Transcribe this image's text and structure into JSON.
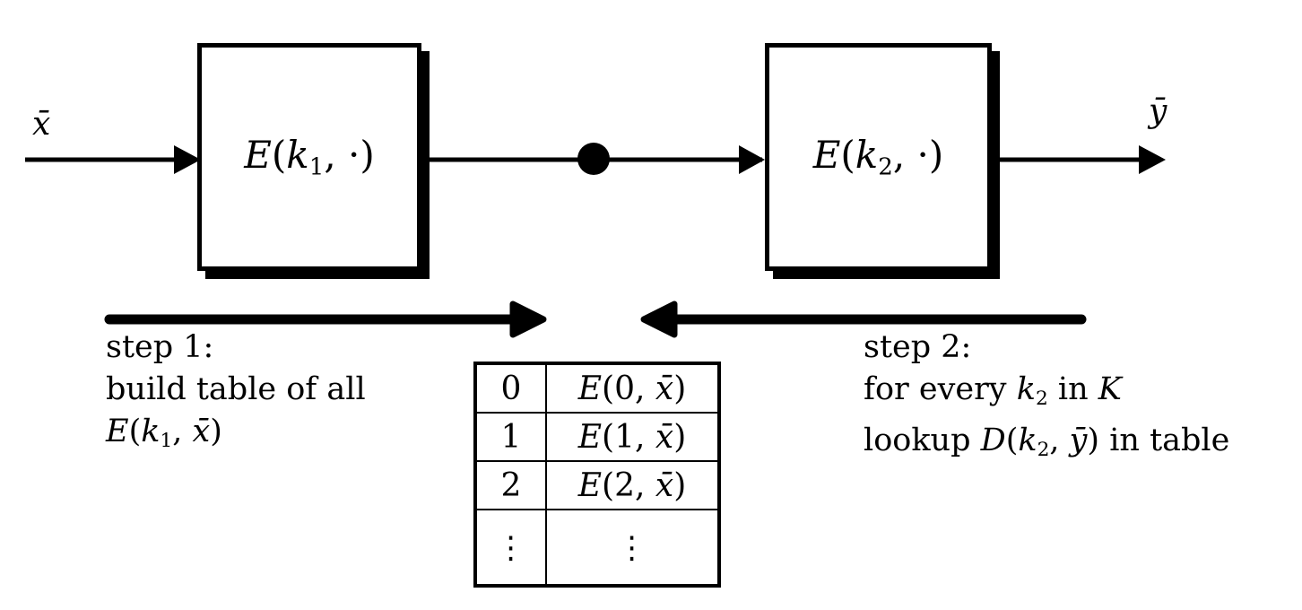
{
  "diagram": {
    "title_semantic": "meet-in-the-middle attack on double encryption",
    "input_label": "x̄",
    "output_label": "ȳ",
    "box1_label_parts": [
      {
        "t": "E",
        "s": "i"
      },
      {
        "t": "(",
        "s": "r"
      },
      {
        "t": "k",
        "s": "i"
      },
      {
        "t": "1",
        "s": "sub"
      },
      {
        "t": ", ",
        "s": "r"
      },
      {
        "t": "·",
        "s": "r"
      },
      {
        "t": ")",
        "s": "r"
      }
    ],
    "box2_label_parts": [
      {
        "t": "E",
        "s": "i"
      },
      {
        "t": "(",
        "s": "r"
      },
      {
        "t": "k",
        "s": "i"
      },
      {
        "t": "2",
        "s": "sub"
      },
      {
        "t": ", ",
        "s": "r"
      },
      {
        "t": "·",
        "s": "r"
      },
      {
        "t": ")",
        "s": "r"
      }
    ],
    "step1": {
      "line1": "step 1:",
      "line2": "build table of all",
      "line3_parts": [
        {
          "t": "E",
          "s": "i"
        },
        {
          "t": "(",
          "s": "r"
        },
        {
          "t": "k",
          "s": "i"
        },
        {
          "t": "1",
          "s": "sub"
        },
        {
          "t": ", ",
          "s": "r"
        },
        {
          "t": "x̄",
          "s": "i"
        },
        {
          "t": ")",
          "s": "r"
        }
      ]
    },
    "step2": {
      "line1": "step 2:",
      "line2_parts": [
        {
          "t": "for every ",
          "s": "r"
        },
        {
          "t": "k",
          "s": "i"
        },
        {
          "t": "2",
          "s": "sub"
        },
        {
          "t": " in ",
          "s": "r"
        },
        {
          "t": "K",
          "s": "cal"
        }
      ],
      "line3_parts": [
        {
          "t": "lookup ",
          "s": "r"
        },
        {
          "t": "D",
          "s": "i"
        },
        {
          "t": "(",
          "s": "r"
        },
        {
          "t": "k",
          "s": "i"
        },
        {
          "t": "2",
          "s": "sub"
        },
        {
          "t": ", ",
          "s": "r"
        },
        {
          "t": "ȳ",
          "s": "i"
        },
        {
          "t": ")",
          "s": "r"
        },
        {
          "t": " in table",
          "s": "r"
        }
      ]
    },
    "table": {
      "rows": [
        {
          "key_parts": [
            {
              "t": "0",
              "s": "r"
            }
          ],
          "value_parts": [
            {
              "t": "E",
              "s": "i"
            },
            {
              "t": "(0, ",
              "s": "r"
            },
            {
              "t": "x̄",
              "s": "i"
            },
            {
              "t": ")",
              "s": "r"
            }
          ]
        },
        {
          "key_parts": [
            {
              "t": "1",
              "s": "r"
            }
          ],
          "value_parts": [
            {
              "t": "E",
              "s": "i"
            },
            {
              "t": "(1, ",
              "s": "r"
            },
            {
              "t": "x̄",
              "s": "i"
            },
            {
              "t": ")",
              "s": "r"
            }
          ]
        },
        {
          "key_parts": [
            {
              "t": "2",
              "s": "r"
            }
          ],
          "value_parts": [
            {
              "t": "E",
              "s": "i"
            },
            {
              "t": "(2, ",
              "s": "r"
            },
            {
              "t": "x̄",
              "s": "i"
            },
            {
              "t": ")",
              "s": "r"
            }
          ]
        },
        {
          "key_parts": [
            {
              "t": "⋮",
              "s": "dots"
            }
          ],
          "value_parts": [
            {
              "t": "⋮",
              "s": "dots"
            }
          ]
        }
      ]
    },
    "colors": {
      "ink": "#000000",
      "background": "#ffffff"
    }
  }
}
